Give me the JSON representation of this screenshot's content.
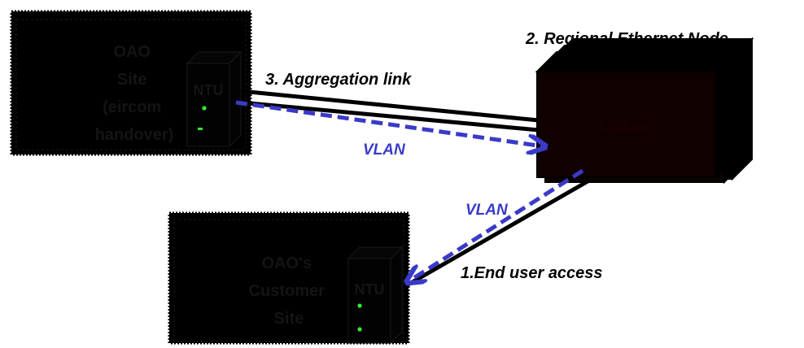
{
  "nodes": {
    "oao_site": {
      "label_lines": [
        "OAO",
        "Site",
        "(eircom",
        "handover)"
      ]
    },
    "oao_ntu": {
      "label": "NTU"
    },
    "regional_node": {
      "caption": "2. Regional Ethernet Node",
      "label": "Arklow"
    },
    "customer_site": {
      "label_lines": [
        "OAO's",
        "Customer",
        "Site"
      ]
    },
    "customer_ntu": {
      "label": "NTU"
    }
  },
  "links": {
    "aggregation": {
      "label": "3. Aggregation link",
      "vlan_label": "VLAN"
    },
    "access": {
      "label": "1.End user access",
      "vlan_label": "VLAN"
    }
  },
  "colors": {
    "box_fill": "#000000",
    "box_text": "#141414",
    "node_fill": "#110000",
    "node_text": "#1a0000",
    "ntu_fill": "#020202",
    "led": "#33ee33",
    "vlan": "#3a3ac8",
    "caption": "#000000"
  }
}
